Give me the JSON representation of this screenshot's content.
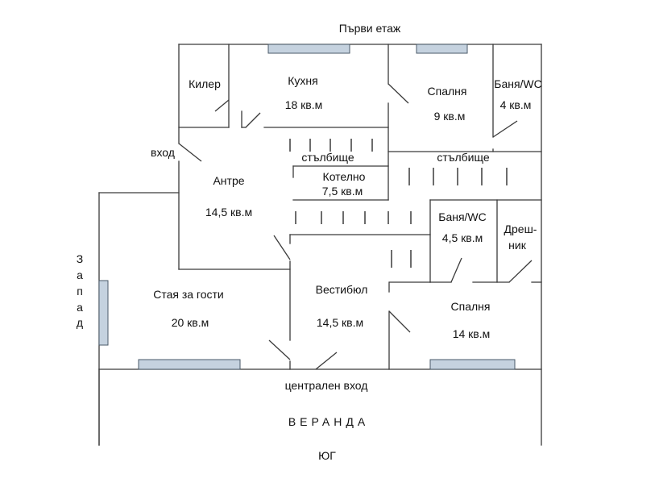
{
  "title": "Първи етаж",
  "compass": {
    "west": [
      "З",
      "а",
      "п",
      "а",
      "д"
    ],
    "south": "ЮГ"
  },
  "labels": {
    "entrance": "вход",
    "main_entrance": "централен вход",
    "veranda": "ВЕРАНДА"
  },
  "rooms": {
    "pantry": {
      "name": "Килер"
    },
    "kitchen": {
      "name": "Кухня",
      "area": "18 кв.м"
    },
    "bedroom1": {
      "name": "Спалня",
      "area": "9 кв.м"
    },
    "bath1": {
      "name": "Баня/WC",
      "area": "4 кв.м"
    },
    "stairs1": {
      "name": "стълбище"
    },
    "stairs2": {
      "name": "стълбище"
    },
    "boiler": {
      "name": "Котелно",
      "area": "7,5 кв.м"
    },
    "hall": {
      "name": "Антре",
      "area": "14,5 кв.м"
    },
    "bath2": {
      "name": "Баня/WC",
      "area": "4,5 кв.м"
    },
    "closet": {
      "name_line1": "Дреш-",
      "name_line2": "ник"
    },
    "living": {
      "name": "Стая за гости",
      "area": "20 кв.м"
    },
    "vestibule": {
      "name": "Вестибюл",
      "area": "14,5 кв.м"
    },
    "bedroom2": {
      "name": "Спалня",
      "area": "14 кв.м"
    }
  },
  "colors": {
    "wall": "#3a3a3a",
    "window": "#c5d2df"
  }
}
